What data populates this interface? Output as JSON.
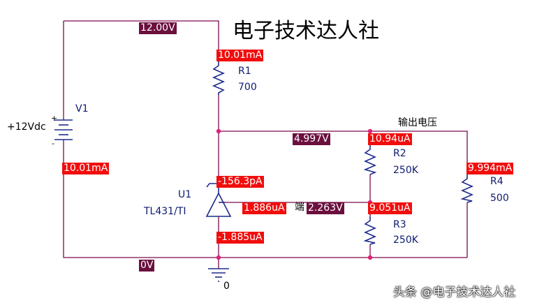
{
  "title": "电子技术达人社",
  "watermark": "头条 @电子技术达人社",
  "output_label": "输出电压",
  "end_label": "端",
  "source": {
    "ref": "V1",
    "value": "+12Vdc",
    "plus": "+",
    "minus": "-"
  },
  "r1": {
    "ref": "R1",
    "value": "700"
  },
  "r2": {
    "ref": "R2",
    "value": "250K"
  },
  "r3": {
    "ref": "R3",
    "value": "250K"
  },
  "r4": {
    "ref": "R4",
    "value": "500"
  },
  "u1": {
    "ref": "U1",
    "value": "TL431/TI"
  },
  "ground": {
    "label": "0"
  },
  "probes": {
    "v_supply": "12.00V",
    "i_r1": "10.01mA",
    "i_v1": "10.01mA",
    "v_out": "4.997V",
    "i_r2": "10.94uA",
    "i_r4": "9.994mA",
    "i_u1_cathode": "-156.3pA",
    "i_u1_ref": "1.886uA",
    "v_ref": "2.263V",
    "i_r3": "9.051uA",
    "i_u1_anode": "-1.885uA",
    "v_gnd": "0V"
  },
  "colors": {
    "wire": "#7a0a4a",
    "component": "#1c2b8c",
    "current_probe": "#f20d0d",
    "voltage_probe": "#6b0f3e",
    "node": "#e0207a"
  }
}
